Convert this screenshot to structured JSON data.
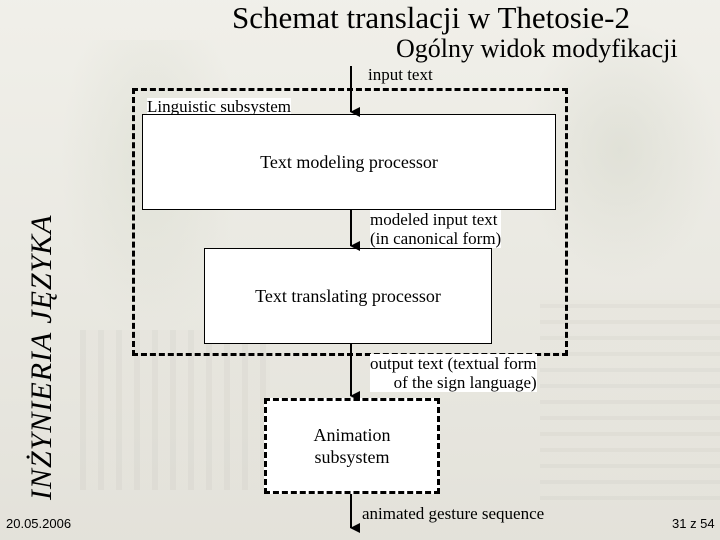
{
  "side_title": "INŻYNIERIA JĘZYKA",
  "title": "Schemat translacji w Thetosie-2",
  "subtitle": "Ogólny widok modyfikacji",
  "date": "20.05.2006",
  "page_number": "31 z 54",
  "diagram": {
    "input_label": "input text",
    "linguistic_subsystem_label": "Linguistic subsystem",
    "text_modeling_processor": "Text modeling processor",
    "modeled_label_line1": "modeled input text",
    "modeled_label_line2": "(in canonical form)",
    "text_translating_processor": "Text translating processor",
    "output_label_line1": "output text (textual form",
    "output_label_line2": "of the sign language)",
    "animation_line1": "Animation",
    "animation_line2": "subsystem",
    "gesture_label": "animated gesture sequence"
  }
}
